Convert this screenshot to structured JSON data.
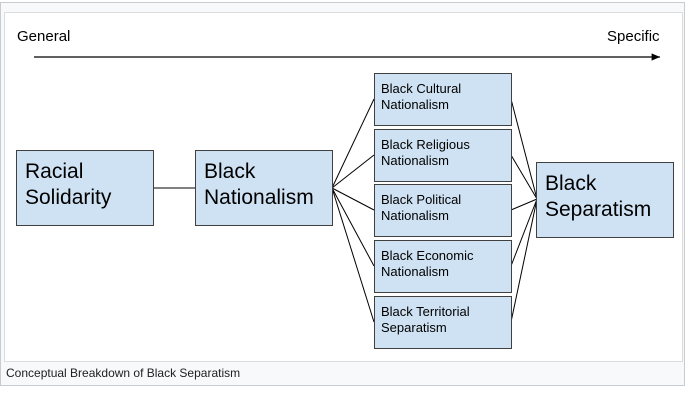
{
  "axis": {
    "left_label": "General",
    "right_label": "Specific"
  },
  "nodes": {
    "racial_solidarity": "Racial Solidarity",
    "black_nationalism": "Black Nationalism",
    "black_separatism": "Black Separatism",
    "cultural": "Black Cultural Nationalism",
    "religious": "Black Religious Nationalism",
    "political": "Black Political Nationalism",
    "economic": "Black Economic Nationalism",
    "territorial": "Black Territorial Separatism"
  },
  "caption": "Conceptual Breakdown of Black Separatism",
  "colors": {
    "box_fill": "#cfe2f3",
    "box_border": "#404040",
    "line": "#000000"
  }
}
